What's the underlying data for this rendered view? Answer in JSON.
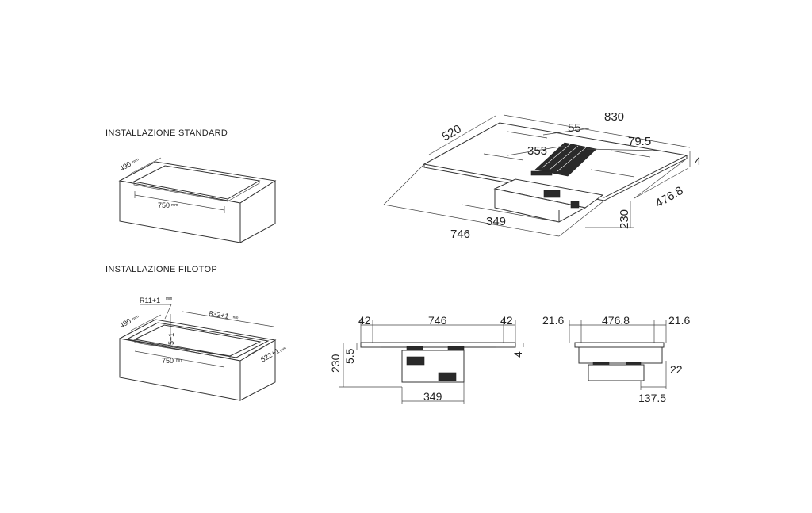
{
  "sections": {
    "standard_title": "INSTALLAZIONE STANDARD",
    "filotop_title": "INSTALLAZIONE FILOTOP"
  },
  "standard_cutout": {
    "depth": "490",
    "width": "750",
    "unit": "mm"
  },
  "filotop_cutout": {
    "depth": "490",
    "width": "750",
    "radius": "R11+1",
    "outer_width": "832+1",
    "outer_depth": "522+1",
    "recess": "5+1",
    "unit": "mm"
  },
  "hob_iso": {
    "width": "830",
    "depth": "520",
    "vent_width": "55",
    "vent_offset": "353",
    "vent_right": "79.5",
    "thickness": "4",
    "depth_total": "476.8",
    "motor_width": "349",
    "base_width": "746",
    "height": "230"
  },
  "front_view": {
    "left_margin": "42",
    "width": "746",
    "right_margin": "42",
    "height": "230",
    "top_offset": "5.5",
    "thickness": "4",
    "motor_width": "349"
  },
  "side_view": {
    "left_margin": "21.6",
    "depth": "476.8",
    "right_margin": "21.6",
    "gap": "22",
    "motor_offset": "137.5"
  },
  "colors": {
    "line": "#333333",
    "background": "#ffffff",
    "fill_dark": "#2a2a2a"
  }
}
